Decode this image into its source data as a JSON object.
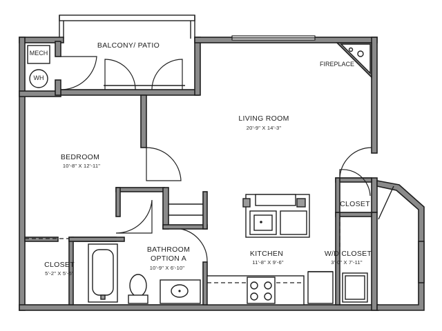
{
  "rooms": {
    "balcony": {
      "name": "BALCONY/ PATIO"
    },
    "living": {
      "name": "LIVING ROOM",
      "dims": "20'-9\" X 14'-3\""
    },
    "bedroom": {
      "name": "BEDROOM",
      "dims": "10'-8\" X 12'-11\""
    },
    "closet_bed": {
      "name": "CLOSET",
      "dims": "5'-2\" X 5'-5\""
    },
    "bathroom": {
      "name_line1": "BATHROOM",
      "name_line2": "OPTION A",
      "dims": "10'-9\" X 6'-10\""
    },
    "kitchen": {
      "name": "KITCHEN",
      "dims": "11'-8\" X 9'-6\""
    },
    "wd_closet": {
      "name": "W/D CLOSET",
      "dims": "3'-0\" X 7'-11\""
    },
    "closet_small": {
      "name": "CLOSET"
    }
  },
  "fixtures": {
    "mech": "MECH",
    "wh": "WH",
    "fireplace": "FIREPLACE"
  }
}
